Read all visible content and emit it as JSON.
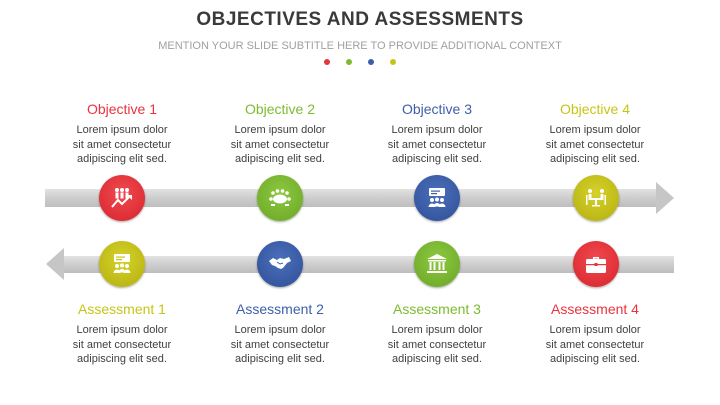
{
  "header": {
    "title": "OBJECTIVES AND ASSESSMENTS",
    "subtitle": "MENTION YOUR SLIDE SUBTITLE HERE TO PROVIDE ADDITIONAL CONTEXT",
    "dot_colors": [
      "#e8343c",
      "#7dbb2f",
      "#3d5faa",
      "#c8c417"
    ]
  },
  "colors": {
    "red": "#e8343c",
    "green": "#7dbb2f",
    "blue": "#3d5faa",
    "yellow": "#c8c417",
    "body_text": "#404040",
    "bar": "#cfcfcf"
  },
  "objectives": [
    {
      "title": "Objective 1",
      "line1": "Lorem ipsum dolor",
      "line2": "sit amet consectetur",
      "line3": "adipiscing elit sed.",
      "color": "#e8343c",
      "icon": "team-growth-icon"
    },
    {
      "title": "Objective 2",
      "line1": "Lorem ipsum dolor",
      "line2": "sit amet consectetur",
      "line3": "adipiscing elit sed.",
      "color": "#7dbb2f",
      "icon": "conference-table-icon"
    },
    {
      "title": "Objective 3",
      "line1": "Lorem ipsum dolor",
      "line2": "sit amet consectetur",
      "line3": "adipiscing elit sed.",
      "color": "#3d5faa",
      "icon": "presentation-audience-icon"
    },
    {
      "title": "Objective 4",
      "line1": "Lorem ipsum dolor",
      "line2": "sit amet consectetur",
      "line3": "adipiscing elit sed.",
      "color": "#c8c417",
      "icon": "meeting-table-icon"
    }
  ],
  "assessments": [
    {
      "title": "Assessment 1",
      "line1": "Lorem ipsum dolor",
      "line2": "sit amet consectetur",
      "line3": "adipiscing elit sed.",
      "color": "#c8c417",
      "icon": "presentation-audience-icon"
    },
    {
      "title": "Assessment 2",
      "line1": "Lorem ipsum dolor",
      "line2": "sit amet consectetur",
      "line3": "adipiscing elit sed.",
      "color": "#3d5faa",
      "icon": "handshake-icon"
    },
    {
      "title": "Assessment 3",
      "line1": "Lorem ipsum dolor",
      "line2": "sit amet consectetur",
      "line3": "adipiscing elit sed.",
      "color": "#7dbb2f",
      "icon": "bank-icon"
    },
    {
      "title": "Assessment 4",
      "line1": "Lorem ipsum dolor",
      "line2": "sit amet consectetur",
      "line3": "adipiscing elit sed.",
      "color": "#e8343c",
      "icon": "briefcase-icon"
    }
  ]
}
